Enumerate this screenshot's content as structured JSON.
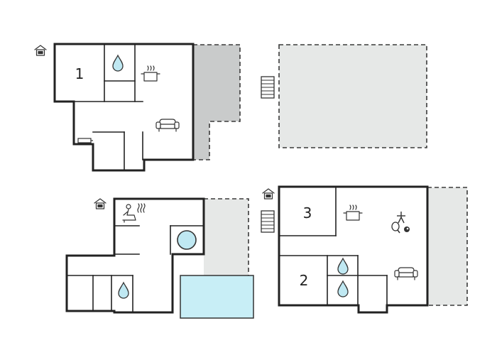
{
  "colors": {
    "wall": "#222222",
    "terrace": "#c9cbcb",
    "garden": "#e6e8e7",
    "water": "#bfe8f2",
    "pool": "#c8eef6",
    "icon_stroke": "#333333"
  },
  "rooms": [
    {
      "id": "bedroom-1",
      "label": "1"
    },
    {
      "id": "bedroom-3",
      "label": "3"
    },
    {
      "id": "bedroom-2",
      "label": "2"
    }
  ],
  "icons": [
    "house-icon",
    "stairs-icon",
    "bathroom-drop-icon",
    "kitchen-pot-icon",
    "sofa-icon",
    "sauna-icon",
    "whirlpool-icon",
    "table-tennis-icon"
  ]
}
